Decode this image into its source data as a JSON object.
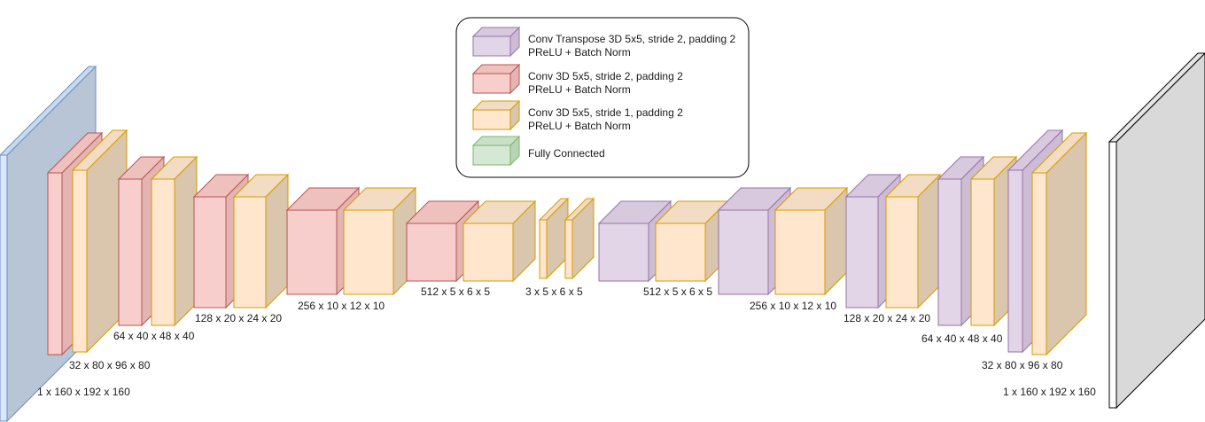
{
  "colors": {
    "transpose": {
      "front": "#e1d5e7",
      "side": "#cdbdd4",
      "top": "#d8c9df",
      "stroke": "#9673a6"
    },
    "conv_s2": {
      "front": "#f8cecc",
      "side": "#e2b5b3",
      "top": "#eec1bf",
      "stroke": "#b85450"
    },
    "conv_s1": {
      "front": "#ffe6cc",
      "side": "#d9c6ac",
      "top": "#f2dcc3",
      "stroke": "#d79b00"
    },
    "fc": {
      "front": "#d5e8d4",
      "side": "#b9d2b8",
      "top": "#c8e0c7",
      "stroke": "#82b366"
    },
    "input": {
      "front": "#dae8fc",
      "side": "#b8c5d6",
      "top": "#c9d9ee",
      "stroke": "#6c8ebf"
    },
    "output": {
      "front": "#ffffff",
      "side": "#d9d9d9",
      "top": "#e6e6e6",
      "stroke": "#000000"
    }
  },
  "legend": {
    "items": [
      {
        "key": "transpose",
        "line1": "Conv Transpose 3D 5x5, stride 2, padding 2",
        "line2": "PReLU + Batch Norm"
      },
      {
        "key": "conv_s2",
        "line1": "Conv 3D 5x5, stride 2, padding 2",
        "line2": "PReLU + Batch Norm"
      },
      {
        "key": "conv_s1",
        "line1": "Conv 3D 5x5, stride 1, padding 2",
        "line2": "PReLU + Batch Norm"
      },
      {
        "key": "fc",
        "line1": "Fully Connected",
        "line2": ""
      }
    ]
  },
  "layers": [
    {
      "type": "input",
      "dims": "1 x 160 x 192 x 160"
    },
    {
      "type": "conv_s2",
      "dims": ""
    },
    {
      "type": "conv_s1",
      "dims": "32 x 80 x 96 x 80"
    },
    {
      "type": "conv_s2",
      "dims": ""
    },
    {
      "type": "conv_s1",
      "dims": "64 x 40 x 48 x 40"
    },
    {
      "type": "conv_s2",
      "dims": ""
    },
    {
      "type": "conv_s1",
      "dims": "128 x 20 x 24 x 20"
    },
    {
      "type": "conv_s2",
      "dims": ""
    },
    {
      "type": "conv_s1",
      "dims": "256 x 10 x 12 x 10"
    },
    {
      "type": "conv_s2",
      "dims": ""
    },
    {
      "type": "conv_s1",
      "dims": "512 x 5 x 6 x 5"
    },
    {
      "type": "conv_s1",
      "dims": ""
    },
    {
      "type": "conv_s1",
      "dims": "3 x 5 x 6 x 5"
    },
    {
      "type": "transpose",
      "dims": ""
    },
    {
      "type": "conv_s1",
      "dims": "512 x 5 x 6 x 5"
    },
    {
      "type": "transpose",
      "dims": ""
    },
    {
      "type": "conv_s1",
      "dims": "256 x 10 x 12 x 10"
    },
    {
      "type": "transpose",
      "dims": ""
    },
    {
      "type": "conv_s1",
      "dims": "128 x 20 x 24 x 20"
    },
    {
      "type": "transpose",
      "dims": ""
    },
    {
      "type": "conv_s1",
      "dims": "64 x 40 x 48 x 40"
    },
    {
      "type": "transpose",
      "dims": ""
    },
    {
      "type": "conv_s1",
      "dims": "32 x 80 x 96 x 80"
    },
    {
      "type": "output",
      "dims": "1 x 160 x 192 x 160"
    }
  ]
}
